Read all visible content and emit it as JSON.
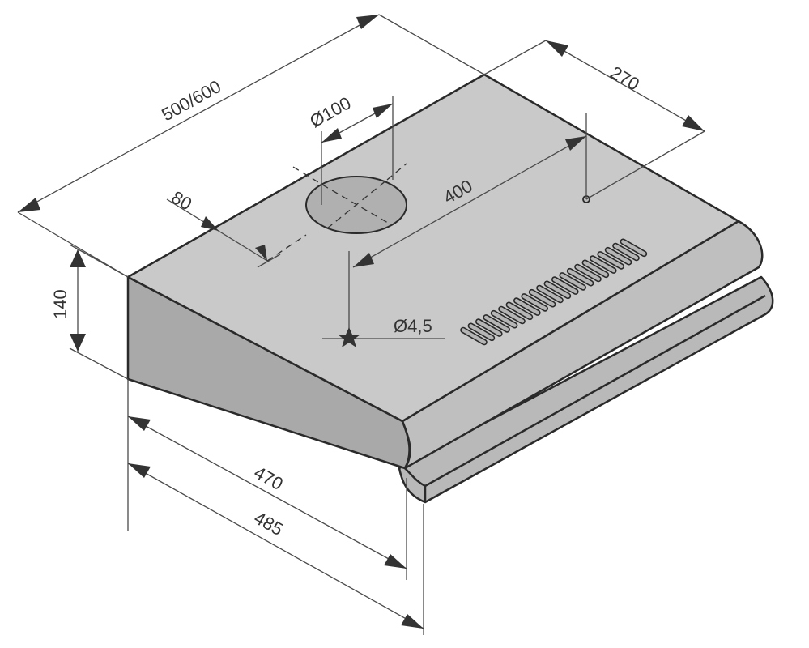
{
  "dimensions": {
    "width": "500/600",
    "outlet_diameter": "Ø100",
    "depth_top": "270",
    "outlet_offset": "80",
    "hole_spacing": "400",
    "height": "140",
    "mounting_hole": "Ø4,5",
    "depth_inner": "470",
    "depth_outer": "485"
  }
}
